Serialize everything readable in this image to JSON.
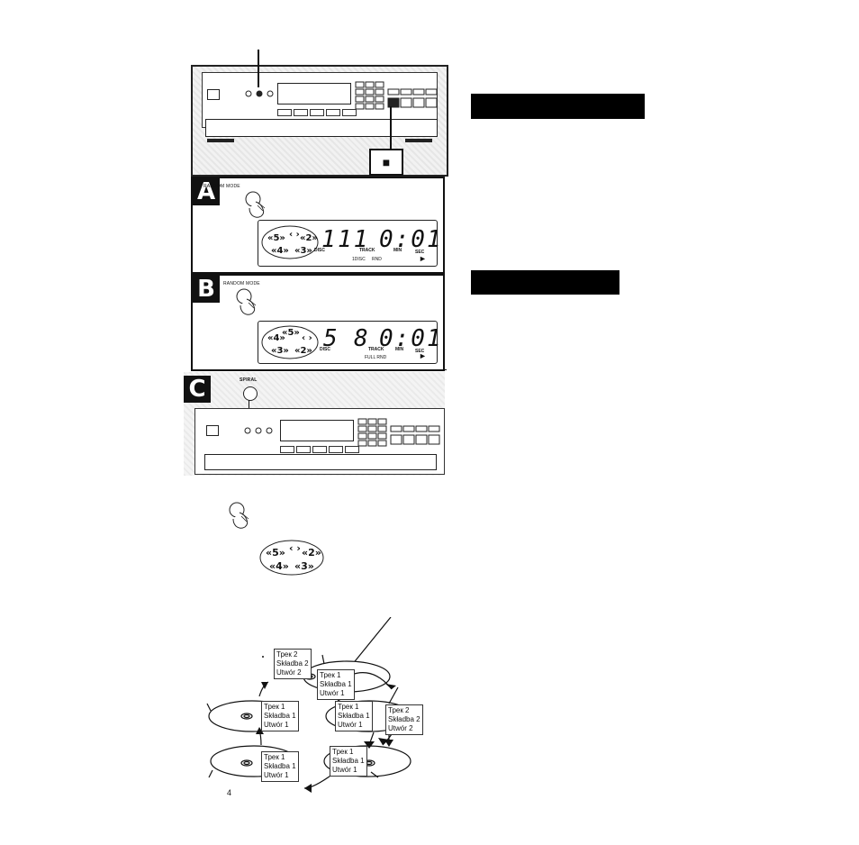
{
  "panels": {
    "a": {
      "letter": "A",
      "button_label": "RANDOM MODE",
      "disc_digits": "1",
      "track_digits": "11",
      "time": "0:01",
      "disc_label": "DISC",
      "track_label": "TRACK",
      "min_label": "MIN",
      "sec_label": "SEC",
      "mode_label_1": "1DISC",
      "mode_label_2": "RND"
    },
    "b": {
      "letter": "B",
      "button_label": "RANDOM MODE",
      "disc_digits": "5",
      "track_digits": "8",
      "time": "0:01",
      "disc_label": "DISC",
      "track_label": "TRACK",
      "min_label": "MIN",
      "sec_label": "SEC",
      "mode_label": "FULL RND"
    },
    "c": {
      "letter": "C",
      "button_label": "SPIRAL"
    }
  },
  "stop_symbol": "■",
  "play_symbol": "►",
  "diagram": {
    "tracks": [
      {
        "line1": "Трек 2",
        "line2": "Składba 2",
        "line3": "Utwór 2"
      },
      {
        "line1": "Трек 1",
        "line2": "Składba 1",
        "line3": "Utwór 1"
      },
      {
        "line1": "Трек 1",
        "line2": "Składba 1",
        "line3": "Utwór 1"
      },
      {
        "line1": "Трек 1",
        "line2": "Składba 1",
        "line3": "Utwór 1"
      },
      {
        "line1": "Трек 2",
        "line2": "Składba 2",
        "line3": "Utwór 2"
      },
      {
        "line1": "Трек 1",
        "line2": "Składba 1",
        "line3": "Utwór 1"
      },
      {
        "line1": "Трек 1",
        "line2": "Składba 1",
        "line3": "Utwór 1"
      }
    ]
  },
  "page_number": "4"
}
